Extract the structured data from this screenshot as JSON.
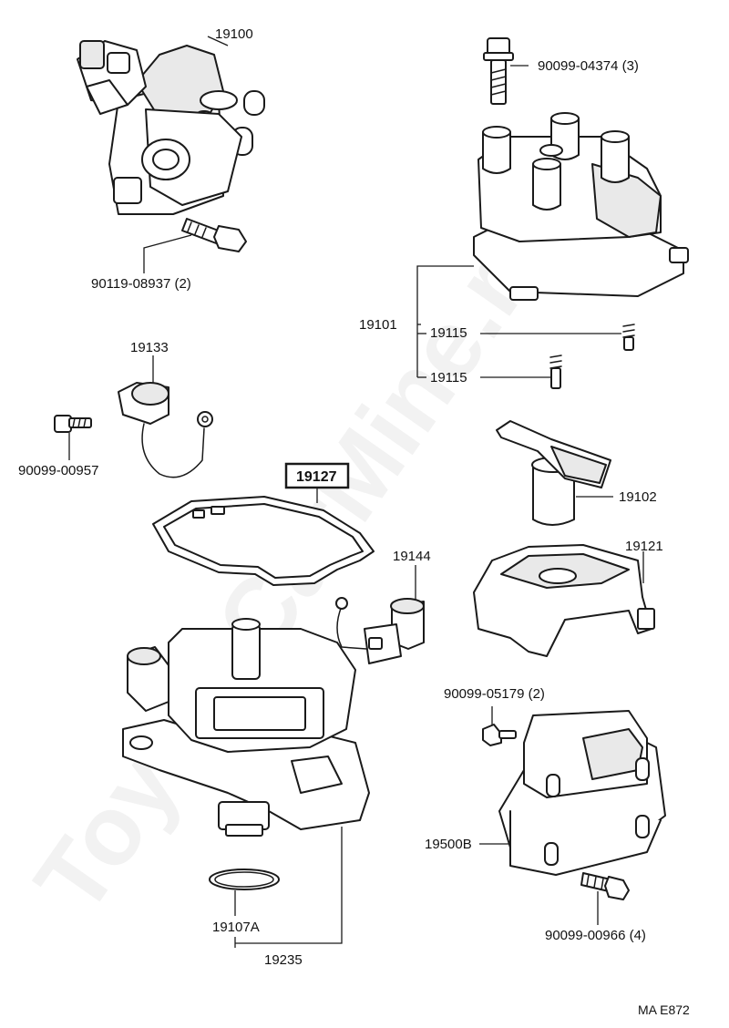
{
  "parts": [
    {
      "id": "p19100",
      "label": "19100"
    },
    {
      "id": "p90099_04374",
      "label": "90099-04374 (3)"
    },
    {
      "id": "p90119_08937",
      "label": "90119-08937 (2)"
    },
    {
      "id": "p19101",
      "label": "19101"
    },
    {
      "id": "p19115a",
      "label": "19115"
    },
    {
      "id": "p19115b",
      "label": "19115"
    },
    {
      "id": "p19133",
      "label": "19133"
    },
    {
      "id": "p90099_00957",
      "label": "90099-00957"
    },
    {
      "id": "p19127",
      "label": "19127"
    },
    {
      "id": "p19102",
      "label": "19102"
    },
    {
      "id": "p19144",
      "label": "19144"
    },
    {
      "id": "p19121",
      "label": "19121"
    },
    {
      "id": "p90099_05179",
      "label": "90099-05179 (2)"
    },
    {
      "id": "p19500B",
      "label": "19500B"
    },
    {
      "id": "p90099_00966",
      "label": "90099-00966 (4)"
    },
    {
      "id": "p19107A",
      "label": "19107A"
    },
    {
      "id": "p19235",
      "label": "19235"
    }
  ],
  "watermark": "ToyotaCarMine.ru",
  "diagram_ref": "MA E872"
}
